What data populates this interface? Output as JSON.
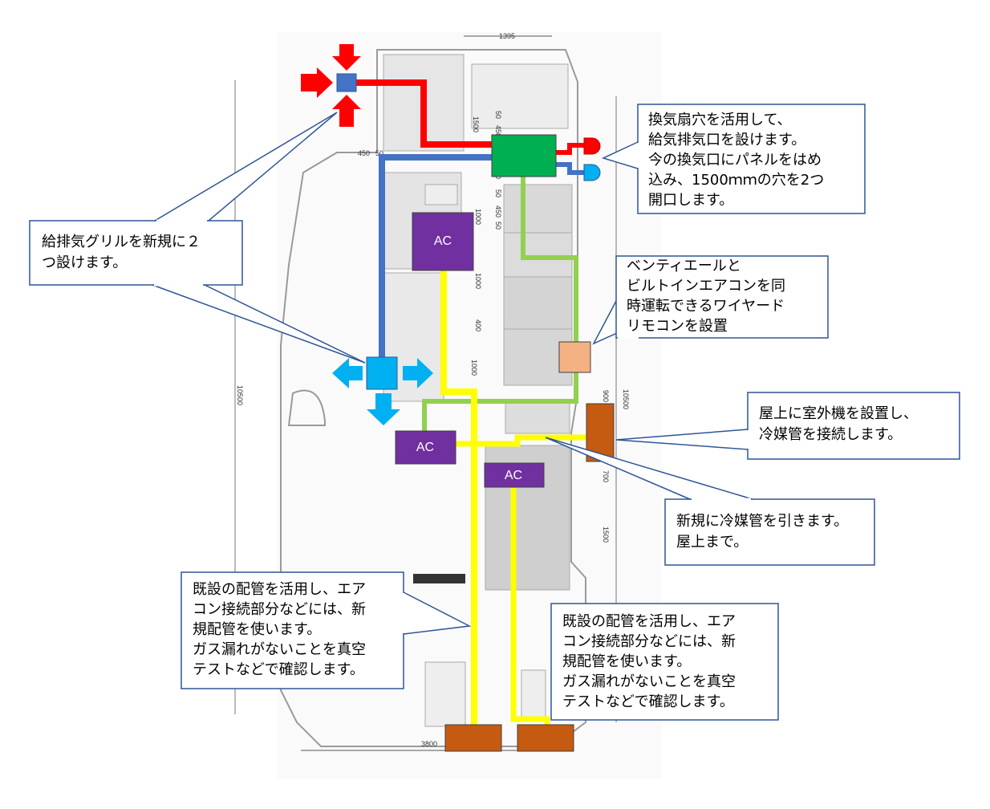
{
  "dimensions": {
    "top_width": "1395",
    "bottom_width": "3800",
    "left_height": "10500",
    "right_height": "10500",
    "d_1500": "1500",
    "d_50a": "50",
    "d_450a": "450",
    "d_450_left": "450",
    "d_50_left": "50",
    "d_400a": "400",
    "d_50b": "50",
    "d_450b": "450",
    "d_50c": "50",
    "d_1000a": "1000",
    "d_1000b": "1000",
    "d_400b": "400",
    "d_1000c": "1000",
    "d_900": "900",
    "d_700": "700",
    "d_1500b": "1500"
  },
  "units": {
    "ac1": "AC",
    "ac2": "AC",
    "ac3": "AC"
  },
  "callouts": {
    "vent_hole": [
      "換気扇穴を活用して、",
      "給気排気口を設けます。",
      "今の換気口にパネルをはめ",
      "込み、1500ｍｍの穴を2つ",
      "開口します。"
    ],
    "grille": [
      "給排気グリルを新規に２",
      "つ設けます。"
    ],
    "remote": [
      "ベンティエールと",
      "ビルトインエアコンを同",
      "時運転できるワイヤード",
      "リモコンを設置"
    ],
    "rooftop_unit": [
      "屋上に室外機を設置し、",
      "冷媒管を接続します。"
    ],
    "new_pipe": [
      "新規に冷媒管を引きます。",
      "屋上まで。"
    ],
    "existing_pipe_1": [
      "既設の配管を活用し、エア",
      "コン接続部分などには、新",
      "規配管を使います。",
      "ガス漏れがないことを真空",
      "テストなどで確認します。"
    ],
    "existing_pipe_2": [
      "既設の配管を活用し、エア",
      "コン接続部分などには、新",
      "規配管を使います。",
      "ガス漏れがないことを真空",
      "テストなどで確認します。"
    ]
  },
  "colors": {
    "supply_red": "#ff0000",
    "exhaust_blue": "#4472c4",
    "grille_cyan": "#00b0f0",
    "vent_green": "#00b050",
    "signal_light_green": "#92d050",
    "refrigerant_yellow": "#ffff00",
    "ac_purple": "#7030a0",
    "outdoor_unit_brown": "#c55a11",
    "remote_peach": "#f4b183",
    "callout_border": "#2f5597"
  },
  "icons": {
    "arrows_in": "arrow-in-icon",
    "arrows_out": "arrow-out-icon"
  }
}
